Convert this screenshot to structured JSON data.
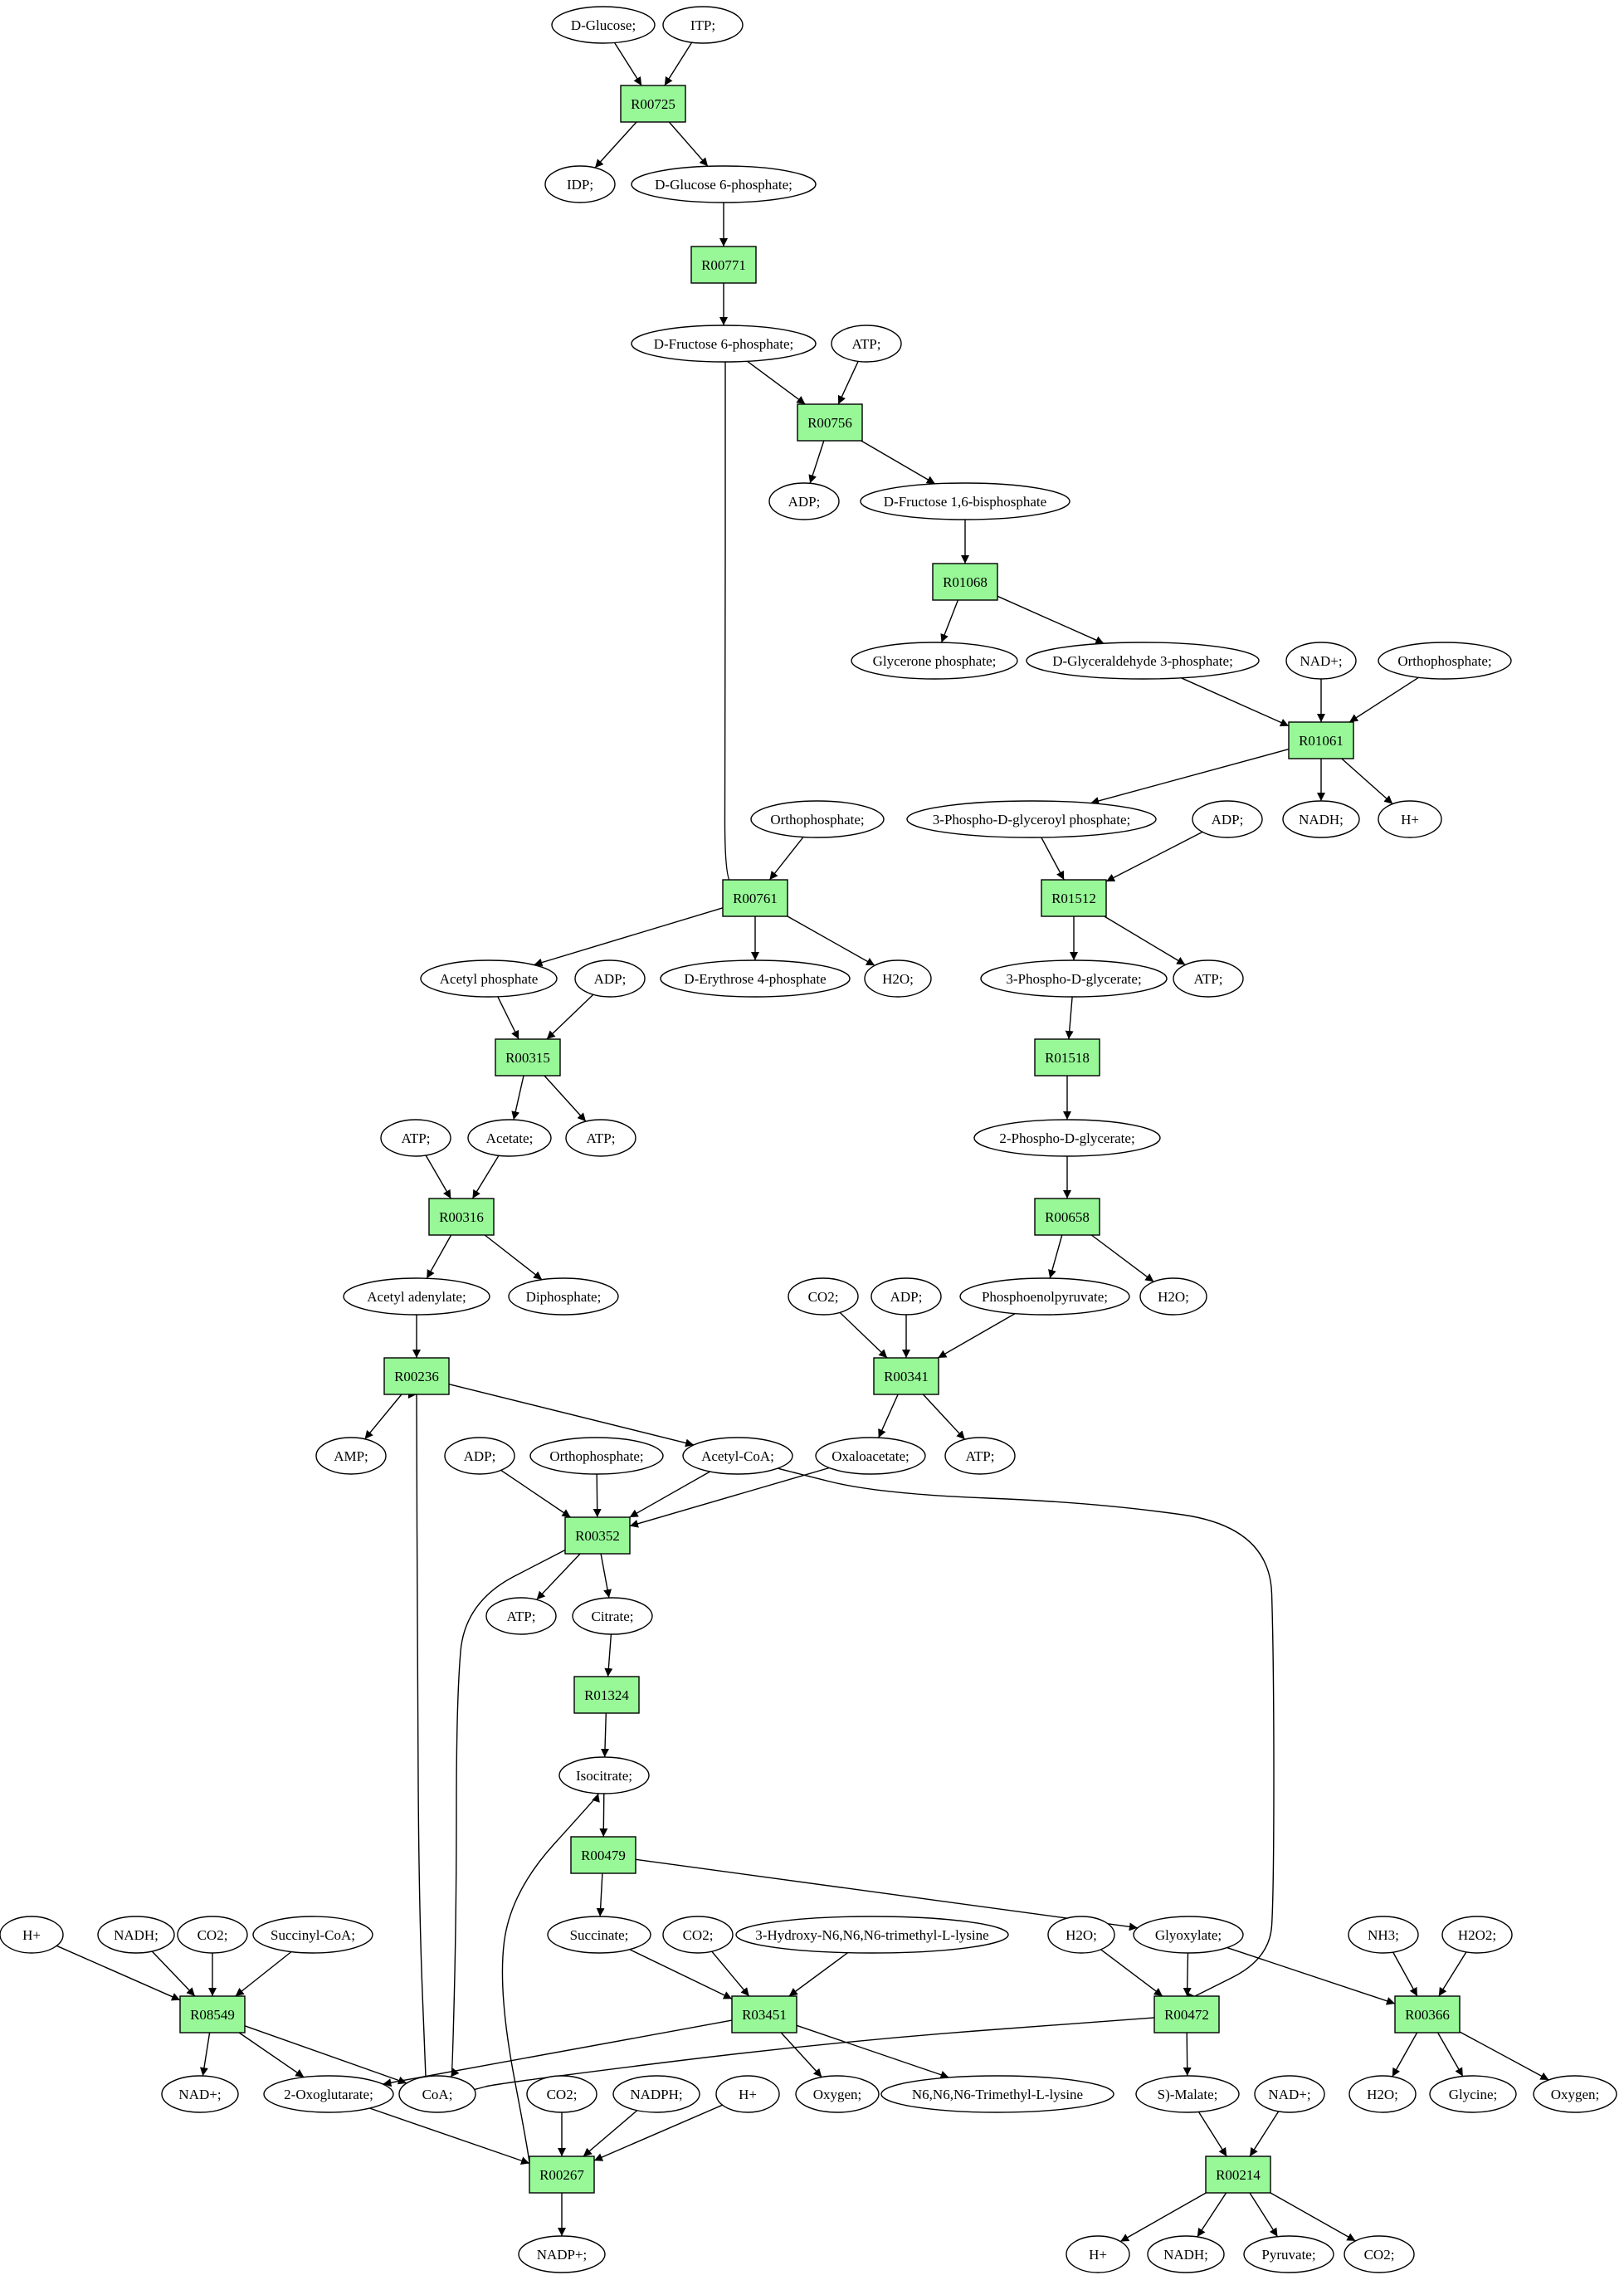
{
  "colors": {
    "reaction_fill": "#98f898",
    "compound_fill": "#ffffff",
    "source_fill": "#00ee00",
    "target_fill": "#f2f200",
    "line": "#000000"
  },
  "nodes": [
    {
      "id": "glc",
      "kind": "compound",
      "label": "D-Glucose;",
      "style": "source"
    },
    {
      "id": "itp",
      "kind": "compound",
      "label": "ITP;"
    },
    {
      "id": "R00725",
      "kind": "reaction",
      "label": "R00725"
    },
    {
      "id": "idp",
      "kind": "compound",
      "label": "IDP;"
    },
    {
      "id": "g6p",
      "kind": "compound",
      "label": "D-Glucose 6-phosphate;"
    },
    {
      "id": "R00771",
      "kind": "reaction",
      "label": "R00771"
    },
    {
      "id": "f6p",
      "kind": "compound",
      "label": "D-Fructose 6-phosphate;"
    },
    {
      "id": "atp1",
      "kind": "compound",
      "label": "ATP;"
    },
    {
      "id": "R00756",
      "kind": "reaction",
      "label": "R00756"
    },
    {
      "id": "adp1",
      "kind": "compound",
      "label": "ADP;"
    },
    {
      "id": "fbp",
      "kind": "compound",
      "label": "D-Fructose 1,6-bisphosphate"
    },
    {
      "id": "R01068",
      "kind": "reaction",
      "label": "R01068"
    },
    {
      "id": "dhap",
      "kind": "compound",
      "label": "Glycerone phosphate;"
    },
    {
      "id": "g3p",
      "kind": "compound",
      "label": "D-Glyceraldehyde 3-phosphate;"
    },
    {
      "id": "nad1",
      "kind": "compound",
      "label": "NAD+;"
    },
    {
      "id": "pi1",
      "kind": "compound",
      "label": "Orthophosphate;"
    },
    {
      "id": "R01061",
      "kind": "reaction",
      "label": "R01061"
    },
    {
      "id": "bpg",
      "kind": "compound",
      "label": "3-Phospho-D-glyceroyl phosphate;"
    },
    {
      "id": "nadh1",
      "kind": "compound",
      "label": "NADH;"
    },
    {
      "id": "h1",
      "kind": "compound",
      "label": "H+"
    },
    {
      "id": "pi2",
      "kind": "compound",
      "label": "Orthophosphate;"
    },
    {
      "id": "adp2",
      "kind": "compound",
      "label": "ADP;"
    },
    {
      "id": "R00761",
      "kind": "reaction",
      "label": "R00761"
    },
    {
      "id": "R01512",
      "kind": "reaction",
      "label": "R01512"
    },
    {
      "id": "acp",
      "kind": "compound",
      "label": "Acetyl phosphate"
    },
    {
      "id": "adp3",
      "kind": "compound",
      "label": "ADP;"
    },
    {
      "id": "e4p",
      "kind": "compound",
      "label": "D-Erythrose 4-phosphate"
    },
    {
      "id": "h2o1",
      "kind": "compound",
      "label": "H2O;"
    },
    {
      "id": "pg3",
      "kind": "compound",
      "label": "3-Phospho-D-glycerate;"
    },
    {
      "id": "atp2",
      "kind": "compound",
      "label": "ATP;"
    },
    {
      "id": "R00315",
      "kind": "reaction",
      "label": "R00315"
    },
    {
      "id": "R01518",
      "kind": "reaction",
      "label": "R01518"
    },
    {
      "id": "atp3",
      "kind": "compound",
      "label": "ATP;"
    },
    {
      "id": "acetate",
      "kind": "compound",
      "label": "Acetate;"
    },
    {
      "id": "atp4",
      "kind": "compound",
      "label": "ATP;"
    },
    {
      "id": "pg2",
      "kind": "compound",
      "label": "2-Phospho-D-glycerate;"
    },
    {
      "id": "R00316",
      "kind": "reaction",
      "label": "R00316"
    },
    {
      "id": "R00658",
      "kind": "reaction",
      "label": "R00658"
    },
    {
      "id": "acad",
      "kind": "compound",
      "label": "Acetyl adenylate;"
    },
    {
      "id": "ppi",
      "kind": "compound",
      "label": "Diphosphate;"
    },
    {
      "id": "co2a",
      "kind": "compound",
      "label": "CO2;"
    },
    {
      "id": "adp4",
      "kind": "compound",
      "label": "ADP;"
    },
    {
      "id": "pep",
      "kind": "compound",
      "label": "Phosphoenolpyruvate;"
    },
    {
      "id": "h2o2",
      "kind": "compound",
      "label": "H2O;"
    },
    {
      "id": "R00236",
      "kind": "reaction",
      "label": "R00236"
    },
    {
      "id": "R00341",
      "kind": "reaction",
      "label": "R00341"
    },
    {
      "id": "amp",
      "kind": "compound",
      "label": "AMP;"
    },
    {
      "id": "adp5",
      "kind": "compound",
      "label": "ADP;"
    },
    {
      "id": "pi3",
      "kind": "compound",
      "label": "Orthophosphate;"
    },
    {
      "id": "accoa",
      "kind": "compound",
      "label": "Acetyl-CoA;"
    },
    {
      "id": "oaa",
      "kind": "compound",
      "label": "Oxaloacetate;"
    },
    {
      "id": "atp5",
      "kind": "compound",
      "label": "ATP;"
    },
    {
      "id": "R00352",
      "kind": "reaction",
      "label": "R00352"
    },
    {
      "id": "atp6",
      "kind": "compound",
      "label": "ATP;"
    },
    {
      "id": "citrate",
      "kind": "compound",
      "label": "Citrate;"
    },
    {
      "id": "R01324",
      "kind": "reaction",
      "label": "R01324"
    },
    {
      "id": "icit",
      "kind": "compound",
      "label": "Isocitrate;"
    },
    {
      "id": "R00479",
      "kind": "reaction",
      "label": "R00479"
    },
    {
      "id": "h2",
      "kind": "compound",
      "label": "H+"
    },
    {
      "id": "nadh2",
      "kind": "compound",
      "label": "NADH;"
    },
    {
      "id": "co2b",
      "kind": "compound",
      "label": "CO2;"
    },
    {
      "id": "succoa",
      "kind": "compound",
      "label": "Succinyl-CoA;"
    },
    {
      "id": "succ",
      "kind": "compound",
      "label": "Succinate;"
    },
    {
      "id": "co2c",
      "kind": "compound",
      "label": "CO2;"
    },
    {
      "id": "hmk",
      "kind": "compound",
      "label": "3-Hydroxy-N6,N6,N6-trimethyl-L-lysine"
    },
    {
      "id": "h2o3",
      "kind": "compound",
      "label": "H2O;"
    },
    {
      "id": "glyox",
      "kind": "compound",
      "label": "Glyoxylate;"
    },
    {
      "id": "nh3",
      "kind": "compound",
      "label": "NH3;"
    },
    {
      "id": "h2o2c",
      "kind": "compound",
      "label": "H2O2;"
    },
    {
      "id": "R08549",
      "kind": "reaction",
      "label": "R08549"
    },
    {
      "id": "R03451",
      "kind": "reaction",
      "label": "R03451"
    },
    {
      "id": "R00472",
      "kind": "reaction",
      "label": "R00472"
    },
    {
      "id": "R00366",
      "kind": "reaction",
      "label": "R00366"
    },
    {
      "id": "nad2",
      "kind": "compound",
      "label": "NAD+;"
    },
    {
      "id": "oxo",
      "kind": "compound",
      "label": "2-Oxoglutarate;"
    },
    {
      "id": "coa",
      "kind": "compound",
      "label": "CoA;"
    },
    {
      "id": "co2d",
      "kind": "compound",
      "label": "CO2;"
    },
    {
      "id": "nadph",
      "kind": "compound",
      "label": "NADPH;"
    },
    {
      "id": "h3",
      "kind": "compound",
      "label": "H+"
    },
    {
      "id": "oxygen1",
      "kind": "compound",
      "label": "Oxygen;"
    },
    {
      "id": "tml",
      "kind": "compound",
      "label": "N6,N6,N6-Trimethyl-L-lysine"
    },
    {
      "id": "malate",
      "kind": "compound",
      "label": "S)-Malate;"
    },
    {
      "id": "nad3",
      "kind": "compound",
      "label": "NAD+;"
    },
    {
      "id": "h2o4",
      "kind": "compound",
      "label": "H2O;"
    },
    {
      "id": "gly",
      "kind": "compound",
      "label": "Glycine;",
      "style": "target"
    },
    {
      "id": "oxygen2",
      "kind": "compound",
      "label": "Oxygen;"
    },
    {
      "id": "R00267",
      "kind": "reaction",
      "label": "R00267"
    },
    {
      "id": "R00214",
      "kind": "reaction",
      "label": "R00214"
    },
    {
      "id": "nadp",
      "kind": "compound",
      "label": "NADP+;"
    },
    {
      "id": "h4",
      "kind": "compound",
      "label": "H+"
    },
    {
      "id": "nadh3",
      "kind": "compound",
      "label": "NADH;"
    },
    {
      "id": "pyr",
      "kind": "compound",
      "label": "Pyruvate;"
    },
    {
      "id": "co2e",
      "kind": "compound",
      "label": "CO2;"
    }
  ],
  "edges": [
    [
      "glc",
      "R00725"
    ],
    [
      "itp",
      "R00725"
    ],
    [
      "R00725",
      "idp"
    ],
    [
      "R00725",
      "g6p"
    ],
    [
      "g6p",
      "R00771"
    ],
    [
      "R00771",
      "f6p"
    ],
    [
      "f6p",
      "R00756"
    ],
    [
      "atp1",
      "R00756"
    ],
    [
      "R00756",
      "adp1"
    ],
    [
      "R00756",
      "fbp"
    ],
    [
      "fbp",
      "R01068"
    ],
    [
      "R01068",
      "dhap"
    ],
    [
      "R01068",
      "g3p"
    ],
    [
      "g3p",
      "R01061"
    ],
    [
      "nad1",
      "R01061"
    ],
    [
      "pi1",
      "R01061"
    ],
    [
      "R01061",
      "bpg"
    ],
    [
      "R01061",
      "nadh1"
    ],
    [
      "R01061",
      "h1"
    ],
    [
      "f6p",
      "R00761"
    ],
    [
      "pi2",
      "R00761"
    ],
    [
      "R00761",
      "acp"
    ],
    [
      "R00761",
      "e4p"
    ],
    [
      "R00761",
      "h2o1"
    ],
    [
      "bpg",
      "R01512"
    ],
    [
      "adp2",
      "R01512"
    ],
    [
      "R01512",
      "pg3"
    ],
    [
      "R01512",
      "atp2"
    ],
    [
      "acp",
      "R00315"
    ],
    [
      "adp3",
      "R00315"
    ],
    [
      "R00315",
      "acetate"
    ],
    [
      "R00315",
      "atp4"
    ],
    [
      "pg3",
      "R01518"
    ],
    [
      "R01518",
      "pg2"
    ],
    [
      "atp3",
      "R00316"
    ],
    [
      "acetate",
      "R00316"
    ],
    [
      "R00316",
      "acad"
    ],
    [
      "R00316",
      "ppi"
    ],
    [
      "pg2",
      "R00658"
    ],
    [
      "R00658",
      "pep"
    ],
    [
      "R00658",
      "h2o2"
    ],
    [
      "acad",
      "R00236"
    ],
    [
      "R00236",
      "amp"
    ],
    [
      "R00236",
      "accoa"
    ],
    [
      "co2a",
      "R00341"
    ],
    [
      "adp4",
      "R00341"
    ],
    [
      "pep",
      "R00341"
    ],
    [
      "R00341",
      "oaa"
    ],
    [
      "R00341",
      "atp5"
    ],
    [
      "adp5",
      "R00352"
    ],
    [
      "pi3",
      "R00352"
    ],
    [
      "accoa",
      "R00352"
    ],
    [
      "oaa",
      "R00352"
    ],
    [
      "R00352",
      "atp6"
    ],
    [
      "R00352",
      "citrate"
    ],
    [
      "R00352",
      "coa"
    ],
    [
      "citrate",
      "R01324"
    ],
    [
      "R01324",
      "icit"
    ],
    [
      "icit",
      "R00479"
    ],
    [
      "R00479",
      "succ"
    ],
    [
      "R00479",
      "glyox"
    ],
    [
      "h2",
      "R08549"
    ],
    [
      "nadh2",
      "R08549"
    ],
    [
      "co2b",
      "R08549"
    ],
    [
      "succoa",
      "R08549"
    ],
    [
      "R08549",
      "nad2"
    ],
    [
      "R08549",
      "oxo"
    ],
    [
      "R08549",
      "coa"
    ],
    [
      "succ",
      "R03451"
    ],
    [
      "co2c",
      "R03451"
    ],
    [
      "hmk",
      "R03451"
    ],
    [
      "R03451",
      "oxo"
    ],
    [
      "R03451",
      "oxygen1"
    ],
    [
      "R03451",
      "tml"
    ],
    [
      "h2o3",
      "R00472"
    ],
    [
      "glyox",
      "R00472"
    ],
    [
      "accoa",
      "R00472"
    ],
    [
      "R00472",
      "malate"
    ],
    [
      "R00472",
      "coa"
    ],
    [
      "nh3",
      "R00366"
    ],
    [
      "h2o2c",
      "R00366"
    ],
    [
      "glyox",
      "R00366"
    ],
    [
      "R00366",
      "h2o4"
    ],
    [
      "R00366",
      "gly"
    ],
    [
      "R00366",
      "oxygen2"
    ],
    [
      "coa",
      "R00236"
    ],
    [
      "oxo",
      "R00267"
    ],
    [
      "co2d",
      "R00267"
    ],
    [
      "nadph",
      "R00267"
    ],
    [
      "h3",
      "R00267"
    ],
    [
      "R00267",
      "nadp"
    ],
    [
      "R00267",
      "icit"
    ],
    [
      "malate",
      "R00214"
    ],
    [
      "nad3",
      "R00214"
    ],
    [
      "R00214",
      "h4"
    ],
    [
      "R00214",
      "nadh3"
    ],
    [
      "R00214",
      "pyr"
    ],
    [
      "R00214",
      "co2e"
    ]
  ]
}
